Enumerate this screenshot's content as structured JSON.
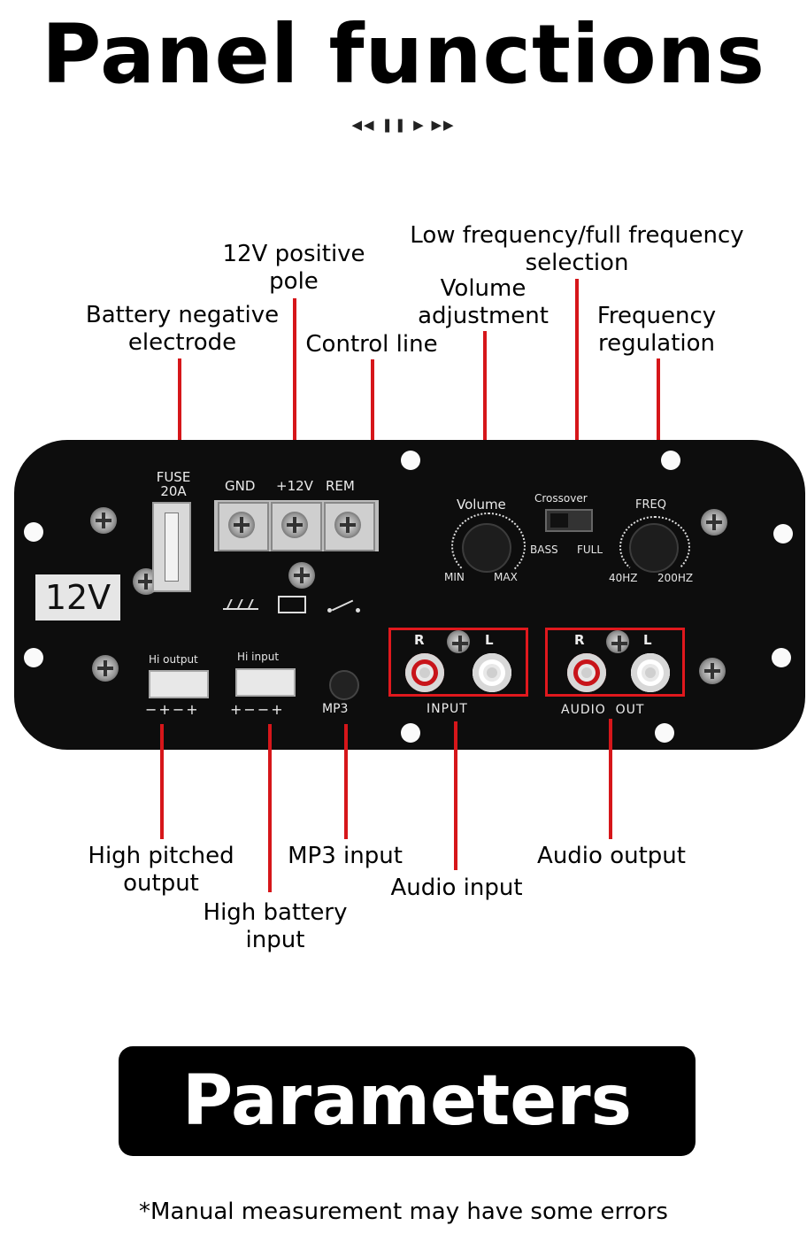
{
  "title": "Panel functions",
  "media_controls": "◀◀ ❚❚ ▶ ▶▶",
  "callouts": {
    "battery_negative": "Battery negative\nelectrode",
    "positive_pole": "12V positive\npole",
    "control_line": "Control line",
    "volume_adj": "Volume\nadjustment",
    "low_full_freq": "Low frequency/full frequency\nselection",
    "freq_regulation": "Frequency\nregulation",
    "high_pitched_output": "High pitched\noutput",
    "high_battery_input": "High battery\ninput",
    "mp3_input": "MP3 input",
    "audio_input": "Audio input",
    "audio_output": "Audio output"
  },
  "panel": {
    "fuse": "FUSE\n20A",
    "gnd": "GND",
    "plus12v": "+12V",
    "rem": "REM",
    "voltage_badge": "12V",
    "volume": "Volume",
    "min": "MIN",
    "max": "MAX",
    "crossover": "Crossover",
    "bass": "BASS",
    "full": "FULL",
    "freq": "FREQ",
    "hz40": "40HZ",
    "hz200": "200HZ",
    "hi_output": "Hi output",
    "hi_output_pins": "−+−+",
    "hi_input": "Hi input",
    "hi_input_pins": "+−−+",
    "mp3": "MP3",
    "input": "INPUT",
    "audio_out": "AUDIO  OUT",
    "r": "R",
    "l": "L"
  },
  "parameters": "Parameters",
  "footnote": "*Manual measurement may have some errors",
  "colors": {
    "leader": "#d6161a",
    "panel": "#0d0d0d",
    "highlight_box": "#e0181d"
  }
}
